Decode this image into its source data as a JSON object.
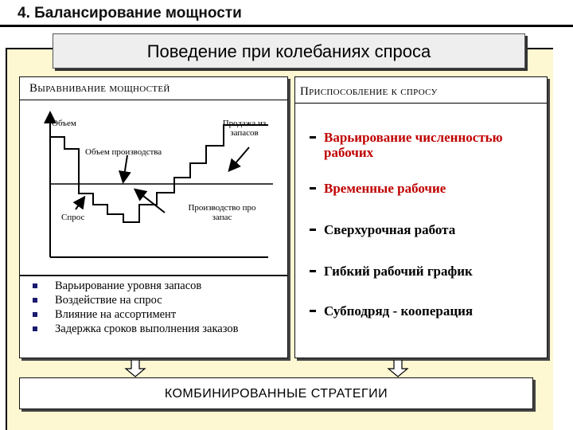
{
  "slide": {
    "title": "4. Балансирование мощности",
    "subtitle": "Поведение при колебаниях спроса"
  },
  "capacity_leveling": {
    "header": "Выравнивание мощностей",
    "diagram": {
      "label_volume": "Объем",
      "label_production_volume": "Объем производства",
      "label_sales_from_stock": "Продажа из запасов",
      "label_demand": "Спрос",
      "label_production_to_stock": "Производство про запас"
    },
    "list": [
      "Варьирование уровня запасов",
      "Воздействие на спрос",
      "Влияние на ассортимент",
      "Задержка сроков выполнения заказов"
    ]
  },
  "demand_adaptation": {
    "header": "Приспособление к спросу",
    "items": [
      {
        "text": "Варьирование численностью рабочих",
        "color": "#c00000"
      },
      {
        "text": "Временные рабочие",
        "color": "#c00000"
      },
      {
        "text": "Сверхурочная работа",
        "color": "#000000"
      },
      {
        "text": "Гибкий рабочий график",
        "color": "#000000"
      },
      {
        "text": "Субподряд - кооперация",
        "color": "#000000"
      }
    ]
  },
  "combined": {
    "label": "КОМБИНИРОВАННЫЕ СТРАТЕГИИ"
  }
}
